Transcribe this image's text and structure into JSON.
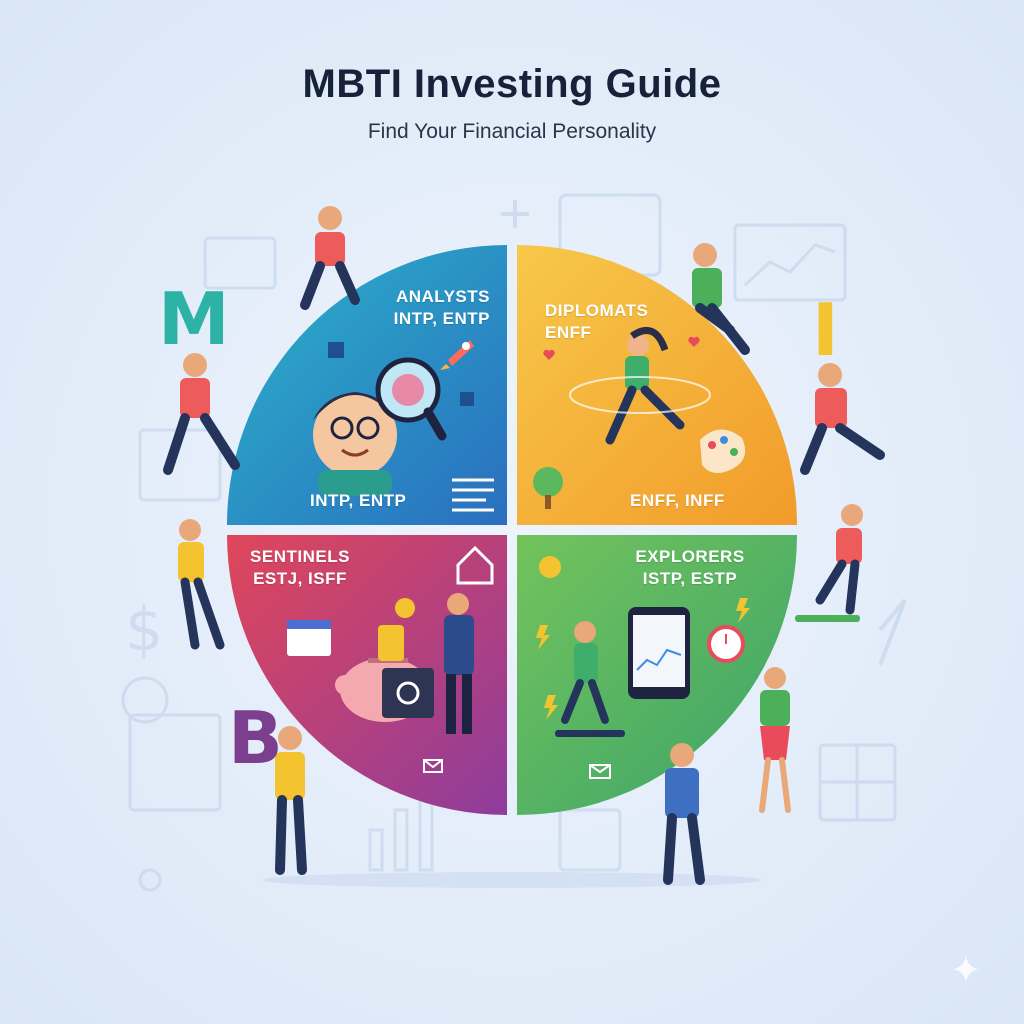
{
  "header": {
    "title": "MBTI Investing Guide",
    "subtitle": "Find Your Financial Personality"
  },
  "quadrants": {
    "analysts": {
      "name": "ANALYSTS",
      "types_top": "INTP, ENTP",
      "types_bottom": "INTP, ENTP",
      "color": "#2f8fd0"
    },
    "diplomats": {
      "name": "DIPLOMATS",
      "types_top": "ENFF",
      "types_bottom": "ENFF, INFF",
      "color": "#f5a623"
    },
    "sentinels": {
      "name": "SENTINELS",
      "types_top": "ESTJ, ISFF",
      "color": "#c73a6e"
    },
    "explorers": {
      "name": "EXPLORERS",
      "types_top": "ISTP, ESTP",
      "color": "#4caf5a"
    }
  },
  "letters": {
    "m": "M",
    "i": "I",
    "b": "B"
  },
  "icons": [
    "magnifier-brain-icon",
    "rocket-icon",
    "chip-icon",
    "document-lines-icon",
    "palette-icon",
    "tree-icon",
    "heart-icon",
    "house-icon",
    "calendar-icon",
    "piggy-bank-icon",
    "coins-icon",
    "safe-icon",
    "mail-icon",
    "phone-chart-icon",
    "stopwatch-icon",
    "lightning-icon",
    "dollar-bulb-icon",
    "sparkle-icon"
  ]
}
